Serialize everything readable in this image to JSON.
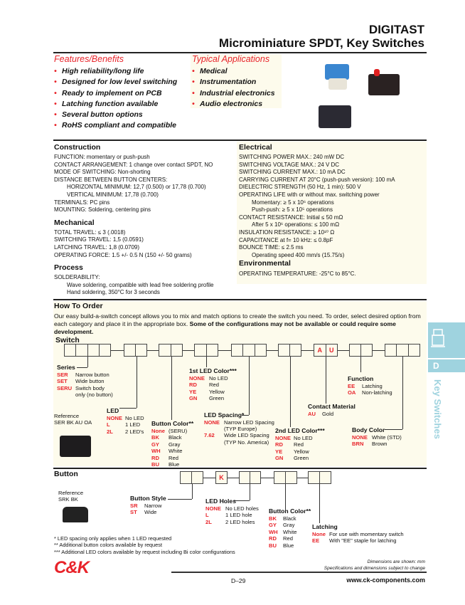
{
  "header": {
    "brand": "DIGITAST",
    "subtitle": "Microminiature SPDT, Key Switches"
  },
  "features": {
    "title": "Features/Benefits",
    "items": [
      "High reliability/long life",
      "Designed for low level switching",
      "Ready to implement on PCB",
      "Latching function available",
      "Several button options",
      "RoHS compliant and compatible"
    ]
  },
  "applications": {
    "title": "Typical Applications",
    "items": [
      "Medical",
      "Instrumentation",
      "Industrial electronics",
      "Audio electronics"
    ]
  },
  "construction": {
    "title": "Construction",
    "lines": [
      "FUNCTION:  momentary or push-push",
      "CONTACT ARRANGEMENT: 1 change over contact SPDT, NO",
      "MODE OF SWITCHING: Non-shorting",
      "DISTANCE BETWEEN BUTTON CENTERS:"
    ],
    "indented": [
      "HORIZONTAL MINIMUM: 12,7 (0.500) or 17,78 (0.700)",
      "VERTICAL MINIMUM: 17,78 (0.700)"
    ],
    "lines2": [
      "TERMINALS: PC pins",
      "MOUNTING: Soldering, centering pins"
    ]
  },
  "mechanical": {
    "title": "Mechanical",
    "lines": [
      "TOTAL TRAVEL: ≤ 3 (.0018)",
      "SWITCHING TRAVEL:  1,5 (0.0591)",
      "LATCHING TRAVEL: 1,8 (0.0709)",
      "OPERATING FORCE:  1.5 +/- 0.5 N (150 +/- 50 grams)"
    ]
  },
  "process": {
    "title": "Process",
    "label": "SOLDERABILITY:",
    "lines": [
      "Wave soldering, compatible with lead free soldering profile",
      "Hand soldering, 350°C for 3 seconds"
    ]
  },
  "electrical": {
    "title": "Electrical",
    "l1": "SWITCHING POWER MAX.:  240 mW DC",
    "l2": "SWITCHING VOLTAGE MAX.:  24 V DC",
    "l3": "SWITCHING CURRENT MAX.: 10 mA DC",
    "l4": "CARRYING CURRENT AT 20°C (push-push version): 100 mA",
    "l5": "DIELECTRIC STRENGTH (50 Hz, 1 min):  500 V",
    "l6": "OPERATING LIFE with or without max. switching power",
    "l7": "Momentary:  ≥ 5 x 10⁶ operations",
    "l8": "Push-push:  ≥  5 x 10⁵ operations",
    "l9": "CONTACT RESISTANCE: Initial  ≤ 50 mΩ",
    "l10": "After 5 x 10⁶ operations:  ≤ 100 mΩ",
    "l11": "INSULATION RESISTANCE:  ≥ 10¹⁰ Ω",
    "l12": "CAPACITANCE at f= 10 kHz: ≤ 0.8pF",
    "l13": "BOUNCE TIME:  ≤ 2.5 ms",
    "l14": "Operating speed 400 mm/s (15.75/s)"
  },
  "environmental": {
    "title": "Environmental",
    "line": "OPERATING TEMPERATURE: -25°C to 85°C."
  },
  "order": {
    "title": "How To Order",
    "intro": "Our easy build-a-switch concept allows you to mix and match options to create the switch you need. To order, select desired option from each category and place it in the appropriate box. ",
    "intro_bold": "Some of the configurations may not be available or could require some development."
  },
  "switch": {
    "title": "Switch",
    "contact_code": [
      "A",
      "U"
    ],
    "series": {
      "title": "Series",
      "opts": [
        [
          "SER",
          "Narrow button"
        ],
        [
          "SET",
          "Wide button"
        ],
        [
          "SERU",
          "Switch body"
        ]
      ],
      "extra": "only (no button)"
    },
    "led": {
      "title": "LED",
      "opts": [
        [
          "NONE",
          "No LED"
        ],
        [
          "L",
          "1 LED"
        ],
        [
          "2L",
          "2 LED's"
        ]
      ]
    },
    "button_color": {
      "title": "Button Color**",
      "opts": [
        [
          "None",
          "(SERU)"
        ],
        [
          "BK",
          "Black"
        ],
        [
          "GY",
          "Gray"
        ],
        [
          "WH",
          "White"
        ],
        [
          "RD",
          "Red"
        ],
        [
          "BU",
          "Blue"
        ]
      ]
    },
    "led1": {
      "title": "1st LED Color***",
      "opts": [
        [
          "NONE",
          "No LED"
        ],
        [
          "RD",
          "Red"
        ],
        [
          "YE",
          "Yellow"
        ],
        [
          "GN",
          "Green"
        ]
      ]
    },
    "spacing": {
      "title": "LED Spacing*",
      "opts": [
        [
          "NONE",
          "Narrow LED Spacing"
        ],
        [
          "7.62",
          "Wide LED Spacing"
        ]
      ],
      "n1": "(TYP Europe)",
      "n2": "(TYP No. America)"
    },
    "led2": {
      "title": "2nd LED Color***",
      "opts": [
        [
          "NONE",
          "No LED"
        ],
        [
          "RD",
          "Red"
        ],
        [
          "YE",
          "Yellow"
        ],
        [
          "GN",
          "Green"
        ]
      ]
    },
    "contact": {
      "title": "Contact Material",
      "opts": [
        [
          "AU",
          "Gold"
        ]
      ]
    },
    "function": {
      "title": "Function",
      "opts": [
        [
          "EE",
          "Latching"
        ],
        [
          "OA",
          "Non-latching"
        ]
      ]
    },
    "body": {
      "title": "Body Color",
      "opts": [
        [
          "NONE",
          "White (STD)"
        ],
        [
          "BRN",
          "Brown"
        ]
      ]
    },
    "ref_label": "Reference",
    "ref_code": "SER BK AU OA"
  },
  "button": {
    "title": "Button",
    "code": "K",
    "ref_label": "Reference",
    "ref_code": "SRK BK",
    "style": {
      "title": "Button Style",
      "opts": [
        [
          "SR",
          "Narrow"
        ],
        [
          "ST",
          "Wide"
        ]
      ]
    },
    "holes": {
      "title": "LED Holes",
      "opts": [
        [
          "NONE",
          "No LED holes"
        ],
        [
          "L",
          "1 LED hole"
        ],
        [
          "2L",
          "2 LED holes"
        ]
      ]
    },
    "color": {
      "title": "Button Color**",
      "opts": [
        [
          "BK",
          "Black"
        ],
        [
          "GY",
          "Gray"
        ],
        [
          "WH",
          "White"
        ],
        [
          "RD",
          "Red"
        ],
        [
          "BU",
          "Blue"
        ]
      ]
    },
    "latching": {
      "title": "Latching",
      "opts": [
        [
          "None",
          "For use with momentary switch"
        ],
        [
          "EE",
          "With \"EE\" staple for latching"
        ]
      ]
    }
  },
  "footnotes": [
    "*  LED spacing only applies when 1 LED requested",
    "** Additional button colors available by request",
    "*** Additional LED colors available by request including Bi color configurations"
  ],
  "footer": {
    "logo": "C&K",
    "dims": "Dimensions are shown: mm",
    "spec": "Specifications and dimensions subject to change",
    "page": "D–29",
    "url": "www.ck-components.com"
  },
  "tab": {
    "letter": "D",
    "label": "Key Switches",
    "color": "#9fd3df"
  }
}
